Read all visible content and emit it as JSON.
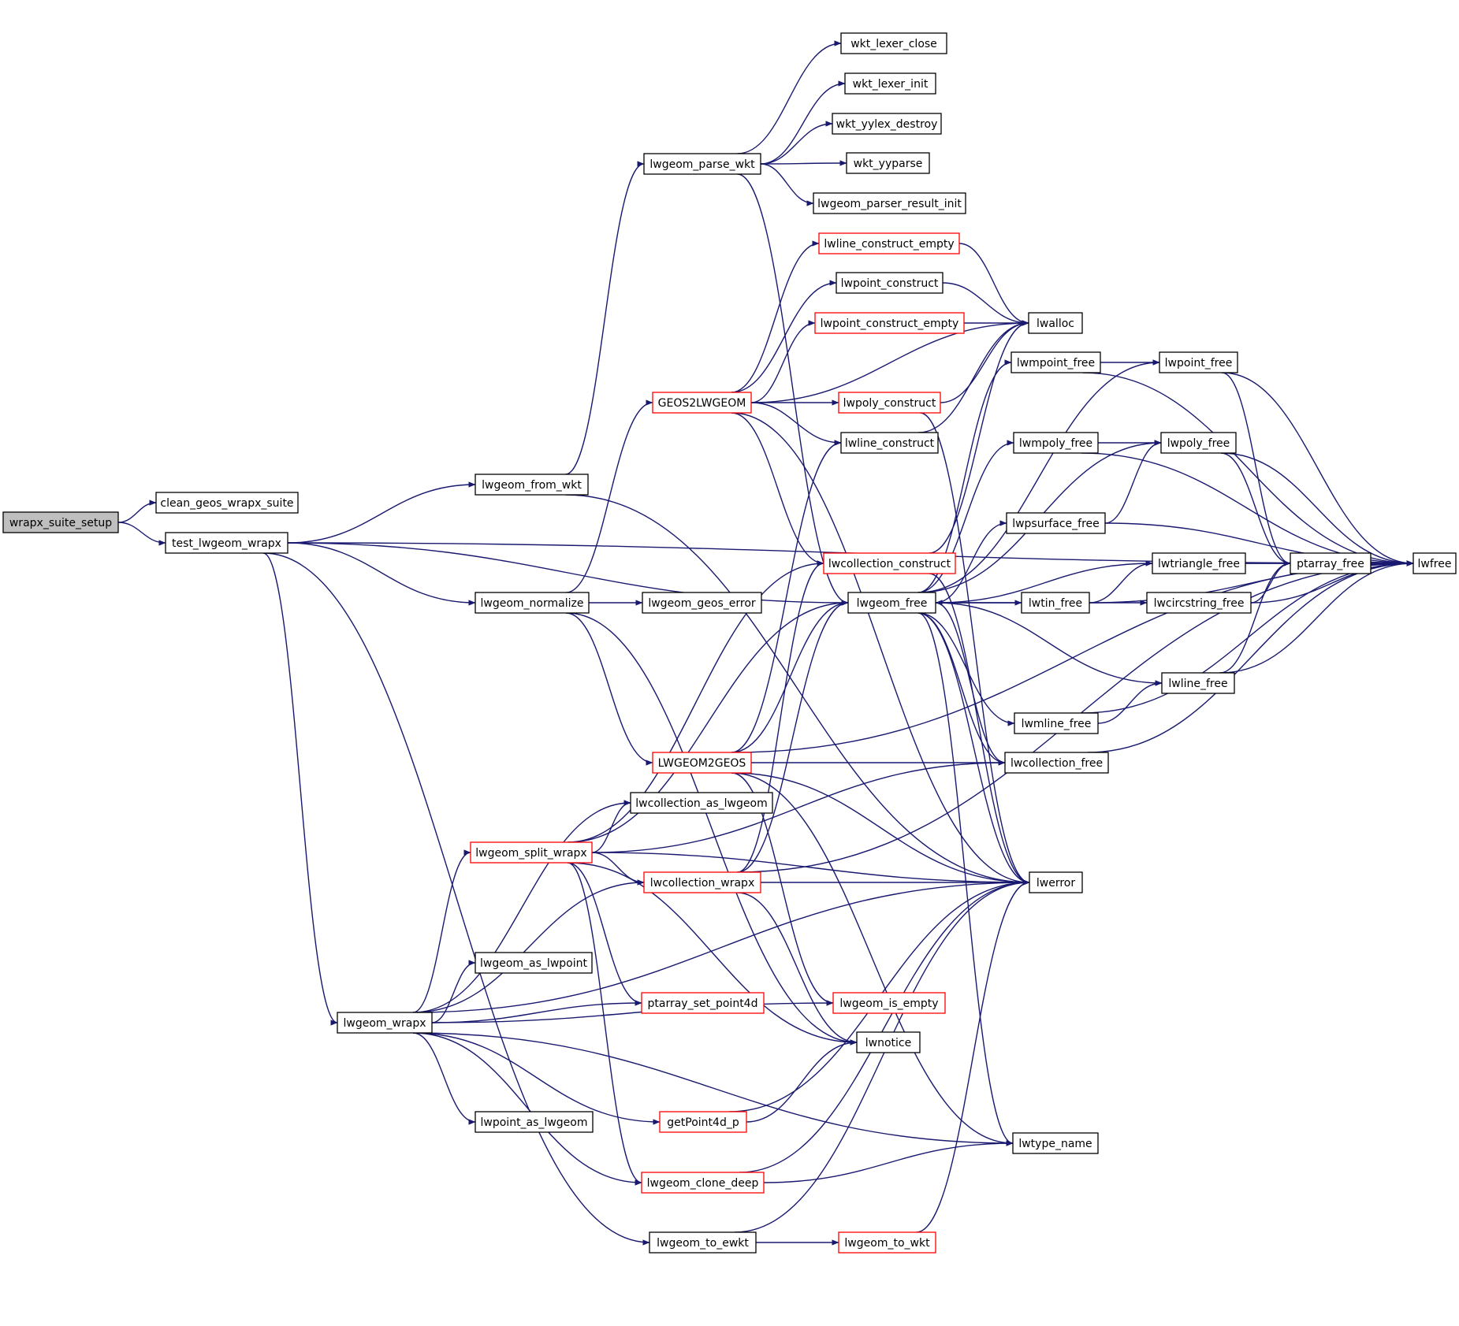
{
  "graph": {
    "edge_color": "#191970",
    "node_border_color": "#000000",
    "partial_node_border_color": "#ff0000",
    "root_node_fill": "#bfbfbf",
    "nodes": [
      {
        "id": "wrapx_suite_setup",
        "label": "wrapx_suite_setup",
        "style": "root"
      },
      {
        "id": "clean_geos_wrapx_suite",
        "label": "clean_geos_wrapx_suite",
        "style": "normal"
      },
      {
        "id": "test_lwgeom_wrapx",
        "label": "test_lwgeom_wrapx",
        "style": "normal"
      },
      {
        "id": "lwgeom_from_wkt",
        "label": "lwgeom_from_wkt",
        "style": "normal"
      },
      {
        "id": "lwgeom_parse_wkt",
        "label": "lwgeom_parse_wkt",
        "style": "normal"
      },
      {
        "id": "wkt_lexer_close",
        "label": "wkt_lexer_close",
        "style": "normal"
      },
      {
        "id": "wkt_lexer_init",
        "label": "wkt_lexer_init",
        "style": "normal"
      },
      {
        "id": "wkt_yylex_destroy",
        "label": "wkt_yylex_destroy",
        "style": "normal"
      },
      {
        "id": "wkt_yyparse",
        "label": "wkt_yyparse",
        "style": "normal"
      },
      {
        "id": "lwgeom_parser_result_init",
        "label": "lwgeom_parser_result_init",
        "style": "normal"
      },
      {
        "id": "lwline_construct_empty",
        "label": "lwline_construct_empty",
        "style": "red"
      },
      {
        "id": "lwpoint_construct",
        "label": "lwpoint_construct",
        "style": "normal"
      },
      {
        "id": "lwpoint_construct_empty",
        "label": "lwpoint_construct_empty",
        "style": "red"
      },
      {
        "id": "GEOS2LWGEOM",
        "label": "GEOS2LWGEOM",
        "style": "red"
      },
      {
        "id": "lwpoly_construct",
        "label": "lwpoly_construct",
        "style": "red"
      },
      {
        "id": "lwline_construct",
        "label": "lwline_construct",
        "style": "normal"
      },
      {
        "id": "lwcollection_construct",
        "label": "lwcollection_construct",
        "style": "red"
      },
      {
        "id": "lwgeom_normalize",
        "label": "lwgeom_normalize",
        "style": "normal"
      },
      {
        "id": "lwgeom_geos_error",
        "label": "lwgeom_geos_error",
        "style": "normal"
      },
      {
        "id": "lwgeom_free",
        "label": "lwgeom_free",
        "style": "normal"
      },
      {
        "id": "LWGEOM2GEOS",
        "label": "LWGEOM2GEOS",
        "style": "red"
      },
      {
        "id": "lwcollection_as_lwgeom",
        "label": "lwcollection_as_lwgeom",
        "style": "normal"
      },
      {
        "id": "lwgeom_split_wrapx",
        "label": "lwgeom_split_wrapx",
        "style": "red"
      },
      {
        "id": "lwcollection_wrapx",
        "label": "lwcollection_wrapx",
        "style": "red"
      },
      {
        "id": "lwgeom_as_lwpoint",
        "label": "lwgeom_as_lwpoint",
        "style": "normal"
      },
      {
        "id": "ptarray_set_point4d",
        "label": "ptarray_set_point4d",
        "style": "red"
      },
      {
        "id": "lwgeom_is_empty",
        "label": "lwgeom_is_empty",
        "style": "red"
      },
      {
        "id": "lwgeom_wrapx",
        "label": "lwgeom_wrapx",
        "style": "normal"
      },
      {
        "id": "lwnotice",
        "label": "lwnotice",
        "style": "normal"
      },
      {
        "id": "lwpoint_as_lwgeom",
        "label": "lwpoint_as_lwgeom",
        "style": "normal"
      },
      {
        "id": "getPoint4d_p",
        "label": "getPoint4d_p",
        "style": "red"
      },
      {
        "id": "lwgeom_clone_deep",
        "label": "lwgeom_clone_deep",
        "style": "red"
      },
      {
        "id": "lwgeom_to_ewkt",
        "label": "lwgeom_to_ewkt",
        "style": "normal"
      },
      {
        "id": "lwgeom_to_wkt",
        "label": "lwgeom_to_wkt",
        "style": "red"
      },
      {
        "id": "lwalloc",
        "label": "lwalloc",
        "style": "normal"
      },
      {
        "id": "lwmpoint_free",
        "label": "lwmpoint_free",
        "style": "normal"
      },
      {
        "id": "lwmpoly_free",
        "label": "lwmpoly_free",
        "style": "normal"
      },
      {
        "id": "lwpsurface_free",
        "label": "lwpsurface_free",
        "style": "normal"
      },
      {
        "id": "lwtin_free",
        "label": "lwtin_free",
        "style": "normal"
      },
      {
        "id": "lwmline_free",
        "label": "lwmline_free",
        "style": "normal"
      },
      {
        "id": "lwcollection_free",
        "label": "lwcollection_free",
        "style": "normal"
      },
      {
        "id": "lwerror",
        "label": "lwerror",
        "style": "normal"
      },
      {
        "id": "lwtype_name",
        "label": "lwtype_name",
        "style": "normal"
      },
      {
        "id": "lwpoint_free",
        "label": "lwpoint_free",
        "style": "normal"
      },
      {
        "id": "lwpoly_free",
        "label": "lwpoly_free",
        "style": "normal"
      },
      {
        "id": "lwtriangle_free",
        "label": "lwtriangle_free",
        "style": "normal"
      },
      {
        "id": "lwcircstring_free",
        "label": "lwcircstring_free",
        "style": "normal"
      },
      {
        "id": "lwline_free",
        "label": "lwline_free",
        "style": "normal"
      },
      {
        "id": "ptarray_free",
        "label": "ptarray_free",
        "style": "normal"
      },
      {
        "id": "lwfree",
        "label": "lwfree",
        "style": "normal"
      }
    ],
    "edges": [
      [
        "wrapx_suite_setup",
        "clean_geos_wrapx_suite"
      ],
      [
        "wrapx_suite_setup",
        "test_lwgeom_wrapx"
      ],
      [
        "test_lwgeom_wrapx",
        "lwgeom_from_wkt"
      ],
      [
        "test_lwgeom_wrapx",
        "lwgeom_normalize"
      ],
      [
        "test_lwgeom_wrapx",
        "lwgeom_free"
      ],
      [
        "test_lwgeom_wrapx",
        "lwgeom_wrapx"
      ],
      [
        "test_lwgeom_wrapx",
        "lwgeom_to_ewkt"
      ],
      [
        "test_lwgeom_wrapx",
        "lwfree"
      ],
      [
        "lwgeom_from_wkt",
        "lwgeom_parse_wkt"
      ],
      [
        "lwgeom_from_wkt",
        "lwerror"
      ],
      [
        "lwgeom_parse_wkt",
        "wkt_lexer_close"
      ],
      [
        "lwgeom_parse_wkt",
        "wkt_lexer_init"
      ],
      [
        "lwgeom_parse_wkt",
        "wkt_yylex_destroy"
      ],
      [
        "lwgeom_parse_wkt",
        "wkt_yyparse"
      ],
      [
        "lwgeom_parse_wkt",
        "lwgeom_parser_result_init"
      ],
      [
        "lwgeom_parse_wkt",
        "lwgeom_free"
      ],
      [
        "lwgeom_normalize",
        "GEOS2LWGEOM"
      ],
      [
        "lwgeom_normalize",
        "lwgeom_geos_error"
      ],
      [
        "lwgeom_normalize",
        "LWGEOM2GEOS"
      ],
      [
        "lwgeom_normalize",
        "lwnotice"
      ],
      [
        "GEOS2LWGEOM",
        "lwline_construct_empty"
      ],
      [
        "GEOS2LWGEOM",
        "lwpoint_construct"
      ],
      [
        "GEOS2LWGEOM",
        "lwpoint_construct_empty"
      ],
      [
        "GEOS2LWGEOM",
        "lwpoly_construct"
      ],
      [
        "GEOS2LWGEOM",
        "lwline_construct"
      ],
      [
        "GEOS2LWGEOM",
        "lwcollection_construct"
      ],
      [
        "GEOS2LWGEOM",
        "lwalloc"
      ],
      [
        "GEOS2LWGEOM",
        "lwerror"
      ],
      [
        "lwline_construct_empty",
        "lwalloc"
      ],
      [
        "lwpoint_construct",
        "lwalloc"
      ],
      [
        "lwpoint_construct_empty",
        "lwalloc"
      ],
      [
        "lwpoly_construct",
        "lwalloc"
      ],
      [
        "lwpoly_construct",
        "lwerror"
      ],
      [
        "lwline_construct",
        "lwalloc"
      ],
      [
        "lwcollection_construct",
        "lwalloc"
      ],
      [
        "lwcollection_construct",
        "lwerror"
      ],
      [
        "lwgeom_free",
        "lwmpoint_free"
      ],
      [
        "lwgeom_free",
        "lwpoint_free"
      ],
      [
        "lwgeom_free",
        "lwmpoly_free"
      ],
      [
        "lwgeom_free",
        "lwpoly_free"
      ],
      [
        "lwgeom_free",
        "lwpsurface_free"
      ],
      [
        "lwgeom_free",
        "lwtriangle_free"
      ],
      [
        "lwgeom_free",
        "lwtin_free"
      ],
      [
        "lwgeom_free",
        "lwcircstring_free"
      ],
      [
        "lwgeom_free",
        "lwline_free"
      ],
      [
        "lwgeom_free",
        "lwmline_free"
      ],
      [
        "lwgeom_free",
        "lwcollection_free"
      ],
      [
        "lwgeom_free",
        "lwerror"
      ],
      [
        "lwgeom_free",
        "lwtype_name"
      ],
      [
        "lwmpoint_free",
        "lwpoint_free"
      ],
      [
        "lwmpoint_free",
        "lwfree"
      ],
      [
        "lwmpoly_free",
        "lwpoly_free"
      ],
      [
        "lwmpoly_free",
        "lwfree"
      ],
      [
        "lwpsurface_free",
        "lwpoly_free"
      ],
      [
        "lwpsurface_free",
        "lwfree"
      ],
      [
        "lwtin_free",
        "lwtriangle_free"
      ],
      [
        "lwtin_free",
        "lwfree"
      ],
      [
        "lwmline_free",
        "lwline_free"
      ],
      [
        "lwmline_free",
        "lwfree"
      ],
      [
        "lwcollection_free",
        "lwgeom_free"
      ],
      [
        "lwcollection_free",
        "lwfree"
      ],
      [
        "lwpoint_free",
        "ptarray_free"
      ],
      [
        "lwpoint_free",
        "lwfree"
      ],
      [
        "lwpoly_free",
        "ptarray_free"
      ],
      [
        "lwpoly_free",
        "lwfree"
      ],
      [
        "lwtriangle_free",
        "ptarray_free"
      ],
      [
        "lwtriangle_free",
        "lwfree"
      ],
      [
        "lwcircstring_free",
        "ptarray_free"
      ],
      [
        "lwcircstring_free",
        "lwfree"
      ],
      [
        "lwline_free",
        "ptarray_free"
      ],
      [
        "lwline_free",
        "lwfree"
      ],
      [
        "ptarray_free",
        "lwfree"
      ],
      [
        "LWGEOM2GEOS",
        "lwgeom_free"
      ],
      [
        "LWGEOM2GEOS",
        "lwline_construct"
      ],
      [
        "LWGEOM2GEOS",
        "lwcollection_free"
      ],
      [
        "LWGEOM2GEOS",
        "lwgeom_is_empty"
      ],
      [
        "LWGEOM2GEOS",
        "lwerror"
      ],
      [
        "LWGEOM2GEOS",
        "lwtype_name"
      ],
      [
        "LWGEOM2GEOS",
        "lwfree"
      ],
      [
        "lwgeom_wrapx",
        "lwcollection_as_lwgeom"
      ],
      [
        "lwgeom_wrapx",
        "lwgeom_split_wrapx"
      ],
      [
        "lwgeom_wrapx",
        "lwcollection_wrapx"
      ],
      [
        "lwgeom_wrapx",
        "lwgeom_as_lwpoint"
      ],
      [
        "lwgeom_wrapx",
        "ptarray_set_point4d"
      ],
      [
        "lwgeom_wrapx",
        "lwgeom_is_empty"
      ],
      [
        "lwgeom_wrapx",
        "lwerror"
      ],
      [
        "lwgeom_wrapx",
        "lwpoint_as_lwgeom"
      ],
      [
        "lwgeom_wrapx",
        "getPoint4d_p"
      ],
      [
        "lwgeom_wrapx",
        "lwgeom_clone_deep"
      ],
      [
        "lwgeom_wrapx",
        "lwtype_name"
      ],
      [
        "lwgeom_split_wrapx",
        "lwcollection_as_lwgeom"
      ],
      [
        "lwgeom_split_wrapx",
        "lwcollection_wrapx"
      ],
      [
        "lwgeom_split_wrapx",
        "lwcollection_construct"
      ],
      [
        "lwgeom_split_wrapx",
        "lwgeom_free"
      ],
      [
        "lwgeom_split_wrapx",
        "lwcollection_free"
      ],
      [
        "lwgeom_split_wrapx",
        "ptarray_set_point4d"
      ],
      [
        "lwgeom_split_wrapx",
        "lwgeom_clone_deep"
      ],
      [
        "lwgeom_split_wrapx",
        "lwnotice"
      ],
      [
        "lwgeom_split_wrapx",
        "lwerror"
      ],
      [
        "lwcollection_wrapx",
        "lwgeom_free"
      ],
      [
        "lwcollection_wrapx",
        "lwcollection_construct"
      ],
      [
        "lwcollection_wrapx",
        "lwnotice"
      ],
      [
        "lwcollection_wrapx",
        "lwerror"
      ],
      [
        "lwcollection_wrapx",
        "lwfree"
      ],
      [
        "getPoint4d_p",
        "lwnotice"
      ],
      [
        "getPoint4d_p",
        "lwerror"
      ],
      [
        "lwgeom_clone_deep",
        "lwerror"
      ],
      [
        "lwgeom_clone_deep",
        "lwtype_name"
      ],
      [
        "lwgeom_to_ewkt",
        "lwgeom_to_wkt"
      ],
      [
        "lwgeom_to_ewkt",
        "lwerror"
      ],
      [
        "lwgeom_to_wkt",
        "lwerror"
      ]
    ]
  }
}
